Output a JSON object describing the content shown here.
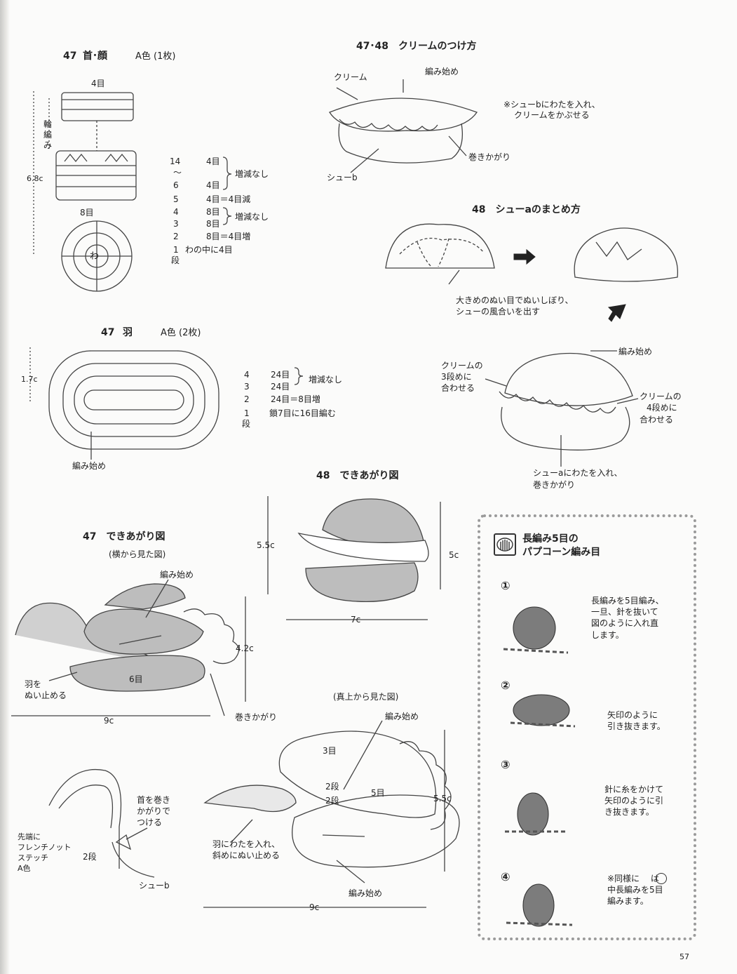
{
  "page_number": "57",
  "neck": {
    "title_num": "47",
    "title": "首･顔",
    "color": "A色 (1枚)",
    "top_count": "4目",
    "ring_label": "輪編み",
    "height": "6.8c",
    "bottom_count": "8目",
    "ring_center": "わ",
    "rows": [
      {
        "row": "14",
        "count": "4目"
      },
      {
        "row": "～",
        "count": ""
      },
      {
        "row": "6",
        "count": "4目"
      },
      {
        "row": "5",
        "count": "4目＝4目減"
      },
      {
        "row": "4",
        "count": "8目"
      },
      {
        "row": "3",
        "count": "8目"
      },
      {
        "row": "2",
        "count": "8目＝4目増"
      },
      {
        "row": "1",
        "count": "わの中に4目"
      },
      {
        "row": "段",
        "count": ""
      }
    ],
    "brace_a": "増減なし",
    "brace_b": "増減なし"
  },
  "wing": {
    "title_num": "47",
    "title": "羽",
    "color": "A色 (2枚)",
    "height": "1.7c",
    "start": "編み始め",
    "rows": [
      {
        "row": "4",
        "count": "24目"
      },
      {
        "row": "3",
        "count": "24目"
      },
      {
        "row": "2",
        "count": "24目＝8目増"
      },
      {
        "row": "1",
        "count": "鎖7目に16目編む"
      },
      {
        "row": "段",
        "count": ""
      }
    ],
    "brace": "増減なし"
  },
  "cream": {
    "title": "47･48　クリームのつけ方",
    "cream_label": "クリーム",
    "start": "編み始め",
    "choux": "シューb",
    "whip": "巻きかがり",
    "note_line1": "※シューbにわたを入れ、",
    "note_line2": "クリームをかぶせる"
  },
  "choux_a": {
    "title": "48　シューaのまとめ方",
    "desc_line1": "大きめのぬい目でぬいしぼり、",
    "desc_line2": "シューの風合いを出す",
    "start": "編み始め",
    "cream3_line1": "クリームの",
    "cream3_line2": "3段めに",
    "cream3_line3": "合わせる",
    "cream4_line1": "クリームの",
    "cream4_line2": "4段めに",
    "cream4_line3": "合わせる",
    "bottom_line1": "シューaにわたを入れ、",
    "bottom_line2": "巻きかがり"
  },
  "finished48": {
    "title": "48　できあがり図",
    "height_left": "5.5c",
    "height_right": "5c",
    "width": "7c"
  },
  "finished47": {
    "title": "47　できあがり図",
    "subtitle": "(横から見た図)",
    "start": "編み始め",
    "height": "4.2c",
    "six": "6目",
    "wing_line1": "羽を",
    "wing_line2": "ぬい止める",
    "width": "9c",
    "whip": "巻きかがり"
  },
  "top_view": {
    "subtitle": "(真上から見た図)",
    "start_top": "編み始め",
    "three": "3目",
    "two_a": "2段",
    "two_b": "2段",
    "five": "5目",
    "height": "5.5c",
    "wing_line1": "羽にわたを入れ、",
    "wing_line2": "斜めにぬい止める",
    "start_bottom": "編み始め",
    "width": "9c"
  },
  "neck_attach": {
    "line1": "首を巻き",
    "line2": "かがりで",
    "line3": "つける",
    "tip_line1": "先端に",
    "tip_line2": "フレンチノット",
    "tip_line3": "ステッチ",
    "tip_line4": "A色",
    "two": "2段",
    "choux": "シューb"
  },
  "popcorn": {
    "title_line1": "長編み5目の",
    "title_line2": "パプコーン編み目",
    "steps": [
      {
        "num": "①",
        "text": "長編みを5目編み、\n一旦、針を抜いて\n図のように入れ直\nします。"
      },
      {
        "num": "②",
        "text": "矢印のように\n引き抜きます。"
      },
      {
        "num": "③",
        "text": "針に糸をかけて\n矢印のように引\nき抜きます。"
      },
      {
        "num": "④",
        "text": "※同様に　 は\n中長編みを5目\n編みます。"
      }
    ]
  }
}
